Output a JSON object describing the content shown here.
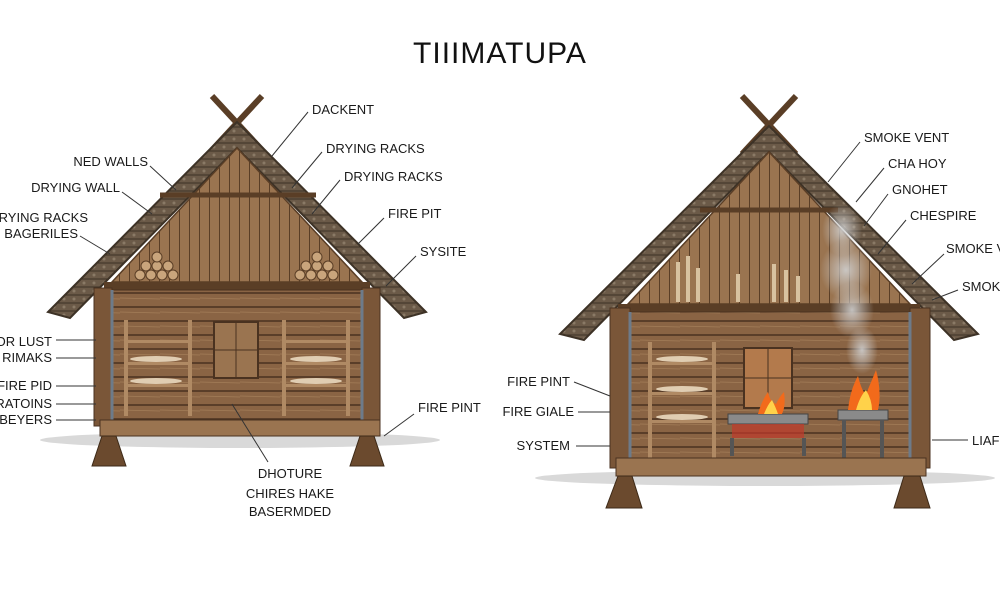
{
  "title": "TIIIMATUPA",
  "colors": {
    "wood_dark": "#5a3e26",
    "wood_mid": "#8a6444",
    "wood_light": "#b08a64",
    "roof": "#6b5a48",
    "fire": "#f26a1b",
    "smoke": "#cfcfcf",
    "ground": "#d9d9d9"
  },
  "left_hut": {
    "labels": [
      "DACKENT",
      "DRYING RACKS",
      "DRYING RACKS",
      "FIRE PIT",
      "SYSITE",
      "NED WALLS",
      "DRYING WALL",
      "RYING RACKS",
      "BAGERILES",
      "OR LUST",
      "RIMAKS",
      "FIRE PID",
      "RATOINS",
      "BEYERS",
      "FIRE PINT",
      "DHOTURE",
      "CHIRES HAKE",
      "BASERMDED"
    ]
  },
  "right_hut": {
    "labels": [
      "SMOKE VENT",
      "CHA HOY",
      "GNOHET",
      "CHESPIRE",
      "SMOKE V",
      "SMOK",
      "FIRE PINT",
      "FIRE GIALE",
      "SYSTEM",
      "LIAF"
    ]
  }
}
